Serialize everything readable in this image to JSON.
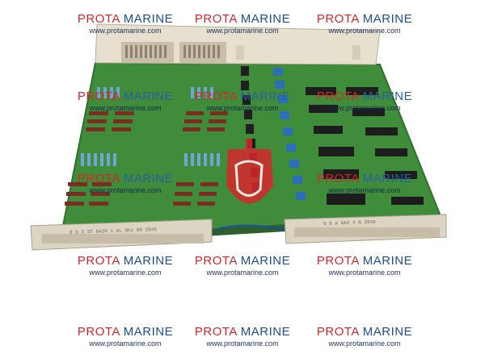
{
  "watermark": {
    "brand_part1": "PROTA",
    "brand_part2": "MARINE",
    "url": "www.protamarine.com"
  },
  "connector_labels": {
    "left": "0  6  3   ST   6A20 1  UL  Ohz 00  2945",
    "right": "0  6   A  6A2   3 N  2945"
  },
  "colors": {
    "board": "#3f8c3a",
    "board_dark": "#2f6f2c",
    "connector": "#ddd5c4",
    "resistor": "#7a2e22",
    "chip": "#1f1f1f",
    "capacitor": "#2b6fb8",
    "brand_red": "#d7262b",
    "brand_blue": "#1f4e8c"
  }
}
